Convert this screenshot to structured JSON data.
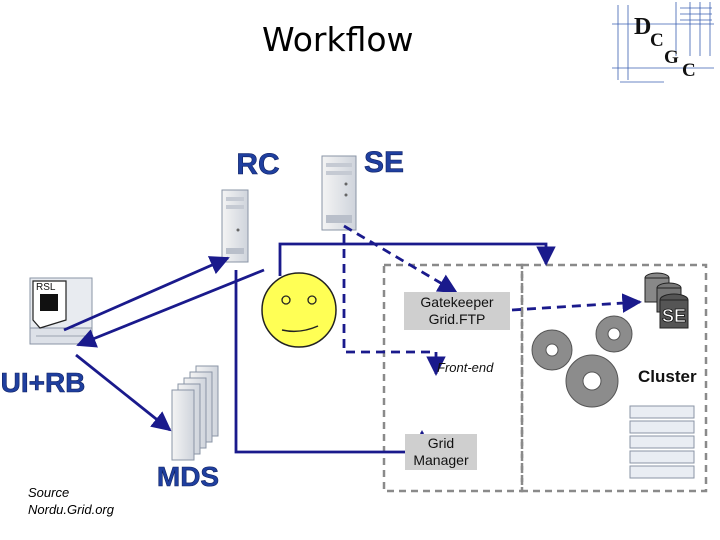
{
  "title": "Workflow",
  "logo": {
    "letters": [
      "D",
      "C",
      "G",
      "C"
    ]
  },
  "nodes": {
    "rc": "RC",
    "se": "SE",
    "ui_rb": "UI+RB",
    "mds": "MDS",
    "se_disk": "SE",
    "rsl": "RSL",
    "gatekeeper": [
      "Gatekeeper",
      "Grid.FTP"
    ],
    "front_end": "Front-end",
    "grid_manager": [
      "Grid",
      "Manager"
    ],
    "cluster": "Cluster"
  },
  "source": [
    "Source",
    "Nordu.Grid.org"
  ],
  "colors": {
    "blue_title": "#1f3f9f",
    "arrow_blue": "#1a1a8c",
    "smiley": "#ffff55",
    "box_gray": "#cfcfcf",
    "dash_gray": "#8a8a8a"
  }
}
